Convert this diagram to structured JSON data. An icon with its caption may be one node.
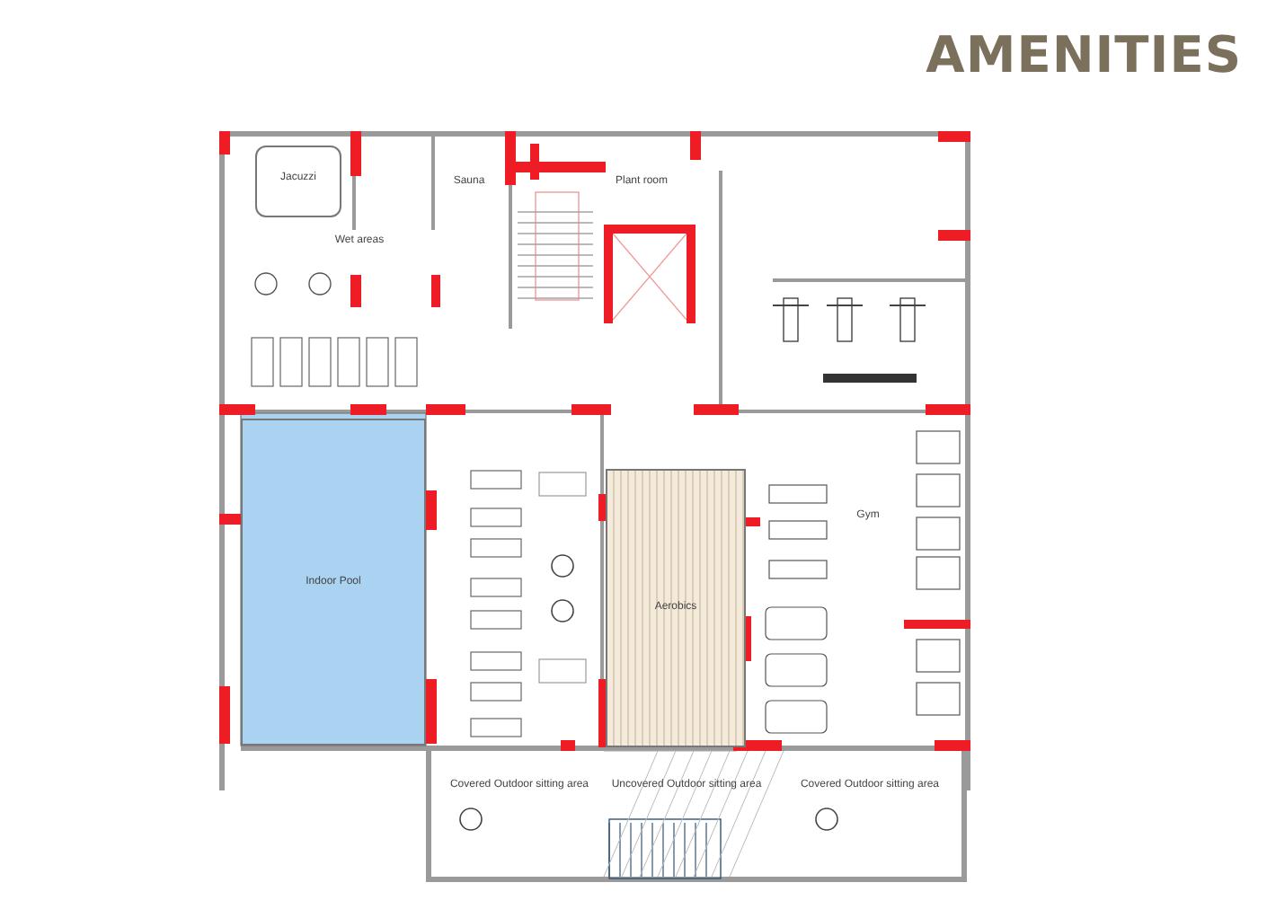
{
  "diagram": {
    "title": "AMENITIES",
    "nodes": [
      {
        "text": [
          "Jacuzzi"
        ]
      },
      {
        "text": [
          "Sauna"
        ]
      },
      {
        "text": [
          "Plant room"
        ]
      },
      {
        "text": [
          "Wet areas"
        ]
      },
      {
        "text": [
          "Indoor Pool"
        ]
      },
      {
        "text": [
          "Aerobics"
        ]
      },
      {
        "text": [
          "Gym"
        ]
      },
      {
        "text": [
          "Covered Outdoor sitting area"
        ]
      },
      {
        "text": [
          "Uncovered Outdoor sitting area"
        ]
      },
      {
        "text": [
          "Covered Outdoor sitting area"
        ]
      }
    ],
    "edges": []
  }
}
